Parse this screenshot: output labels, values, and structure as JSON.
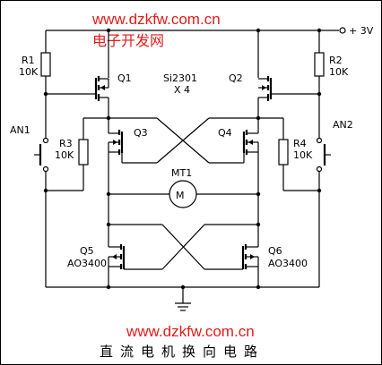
{
  "watermark": {
    "url": "www.dzkfw.com.cn",
    "site": "电子开发网",
    "color": "#e21b1b"
  },
  "supply": "+ 3V",
  "resistors": {
    "r1": {
      "name": "R1",
      "value": "10K"
    },
    "r2": {
      "name": "R2",
      "value": "10K"
    },
    "r3": {
      "name": "R3",
      "value": "10K"
    },
    "r4": {
      "name": "R4",
      "value": "10K"
    }
  },
  "switches": {
    "an1": "AN1",
    "an2": "AN2"
  },
  "transistors": {
    "q1": "Q1",
    "q2": "Q2",
    "q3": "Q3",
    "q4": "Q4",
    "q5": {
      "name": "Q5",
      "part": "AO3400"
    },
    "q6": {
      "name": "Q6",
      "part": "AO3400"
    }
  },
  "upper_part": {
    "part": "Si2301",
    "qty": "X 4"
  },
  "motor": {
    "name": "MT1",
    "symbol": "M"
  },
  "caption": "直流电机换向电路"
}
